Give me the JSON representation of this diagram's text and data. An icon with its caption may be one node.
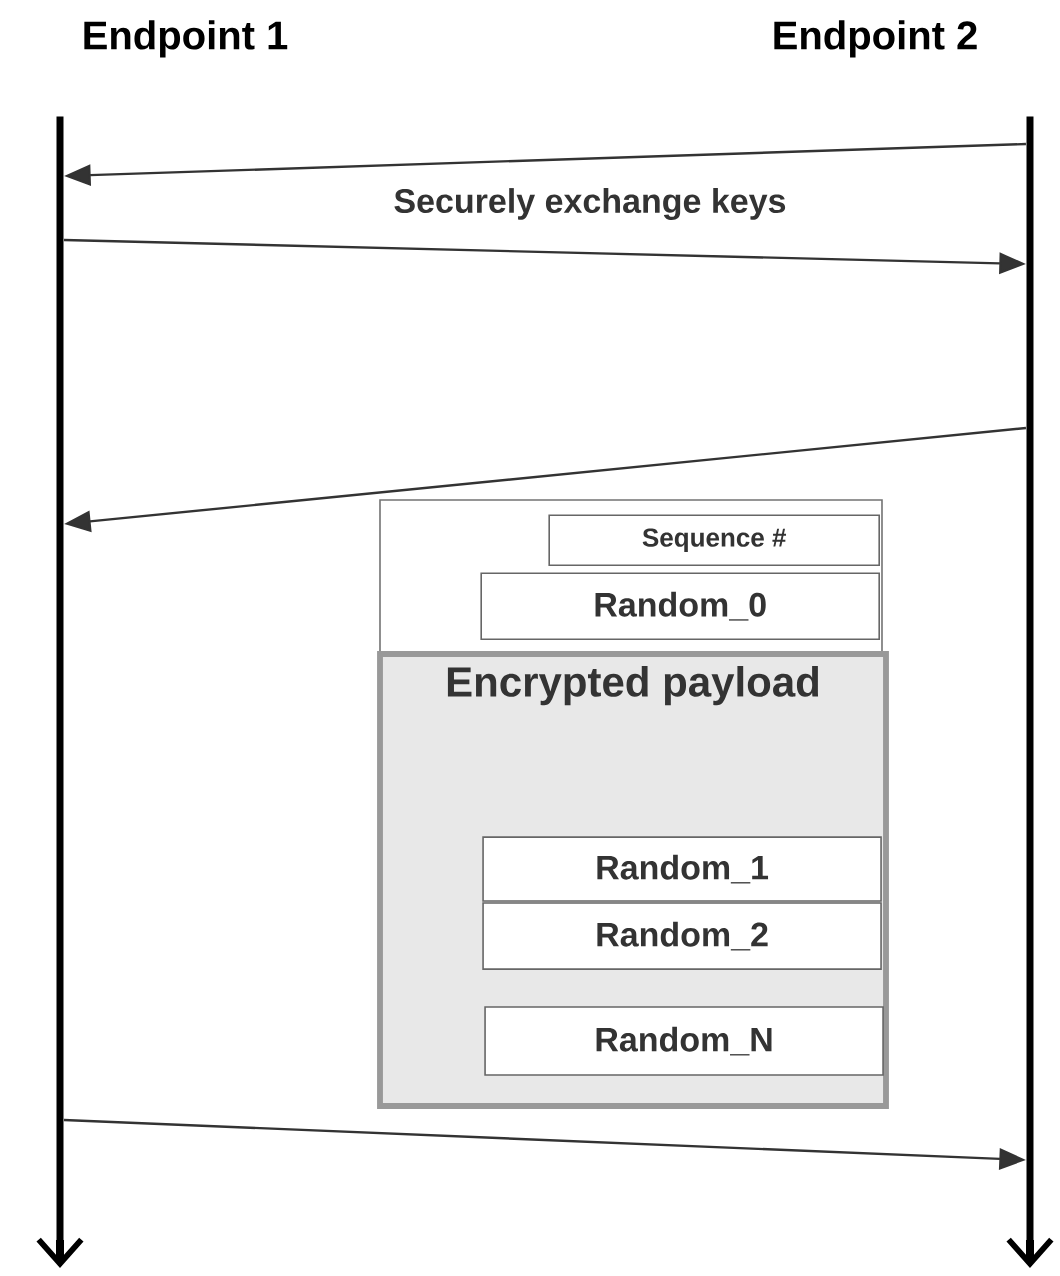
{
  "diagram": {
    "nodes": [
      {
        "text": [
          "Endpoint 1"
        ]
      },
      {
        "text": [
          "Endpoint 2"
        ]
      },
      {
        "text": [],
        "shape": "box"
      },
      {
        "text": [
          "Sequence #"
        ],
        "in": 2
      },
      {
        "text": [
          "Random_0"
        ],
        "in": 2
      },
      {
        "text": [
          "Encrypted payload"
        ]
      },
      {
        "text": [
          "Random_1"
        ],
        "in": 5
      },
      {
        "text": [
          "Random_2"
        ],
        "in": 5
      },
      {
        "text": [
          "Random_N"
        ],
        "in": 5
      }
    ],
    "edges": [
      {
        "from": 1,
        "to": 0,
        "arrow": "to"
      },
      {
        "from": 0,
        "to": 1,
        "arrow": "to"
      },
      {
        "from": 1,
        "to": 0,
        "arrow": "to"
      },
      {
        "from": 0,
        "to": 1,
        "arrow": "to"
      }
    ],
    "labels": [
      "Securely exchange keys"
    ]
  }
}
